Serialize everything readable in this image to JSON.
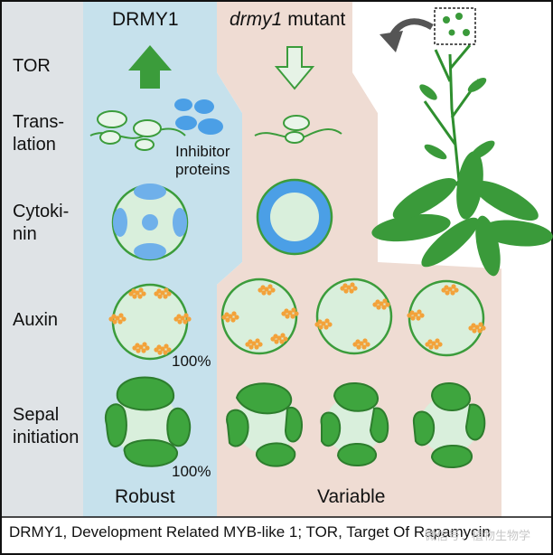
{
  "columns": {
    "drmy1": "DRMY1",
    "mutant_italic": "drmy1",
    "mutant_rest": " mutant"
  },
  "rows": {
    "tor": "TOR",
    "translation_1": "Trans-",
    "translation_2": "lation",
    "cytokinin_1": "Cytoki-",
    "cytokinin_2": "nin",
    "auxin": "Auxin",
    "sepal_1": "Sepal",
    "sepal_2": "initiation"
  },
  "annotations": {
    "inhibitor_1": "Inhibitor",
    "inhibitor_2": "proteins",
    "auxin_pct": "100%",
    "sepal_pct": "100%"
  },
  "outcomes": {
    "robust": "Robust",
    "variable": "Variable"
  },
  "footer": "DRMY1, Development Related MYB-like 1; TOR, Target Of Rapamycin",
  "watermark": "微信号：植物生物学",
  "colors": {
    "label_column": "#dfe3e6",
    "drmy1_column": "#c6e1ec",
    "mutant_column": "#efdcd3",
    "green": "#3b9c3b",
    "light_green": "#d9efdc",
    "blue": "#4b9fe6",
    "orange": "#f3a23a"
  }
}
